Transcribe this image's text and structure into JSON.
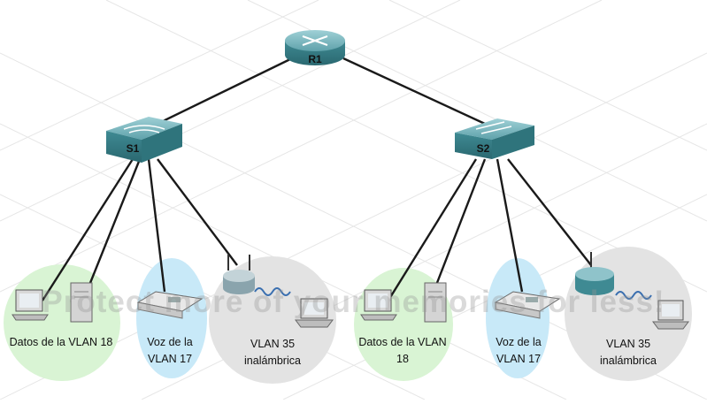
{
  "devices": {
    "router": "R1",
    "switch1": "S1",
    "switch2": "S2"
  },
  "groups": {
    "s1_data": "Datos de la VLAN 18",
    "s1_voice": "Voz de la VLAN 17",
    "s1_wireless": "VLAN 35 inalámbrica",
    "s2_data": "Datos de la VLAN 18",
    "s2_voice": "Voz de la VLAN 17",
    "s2_wireless": "VLAN 35 inalámbrica"
  },
  "watermark": "Protect more of your memories for less!",
  "colors": {
    "data_zone": "#d9f4d4",
    "voice_zone": "#c8e9f8",
    "wireless_zone": "#e3e3e3",
    "device_body": "#3f8a93",
    "device_top": "#6fb3bb"
  }
}
